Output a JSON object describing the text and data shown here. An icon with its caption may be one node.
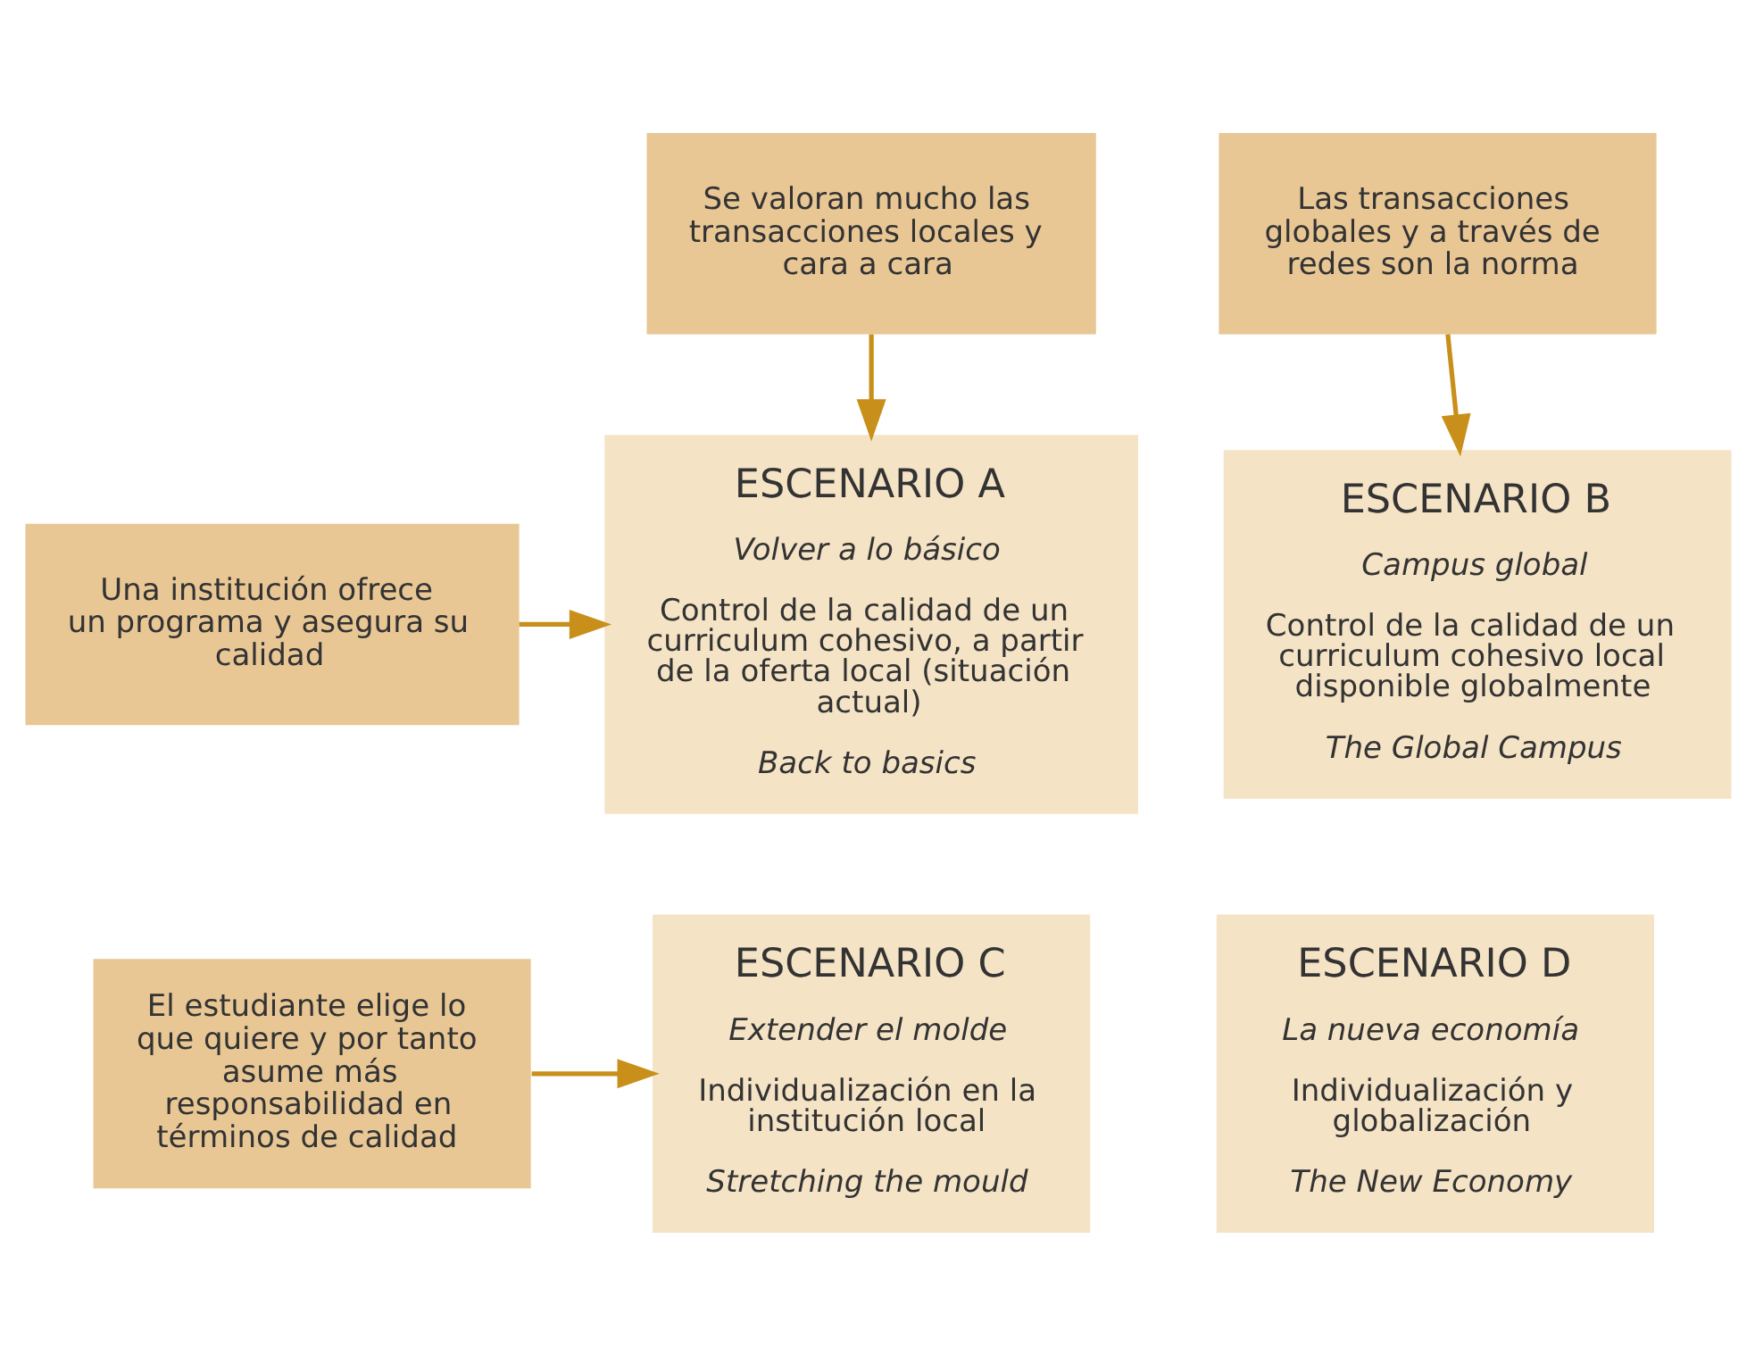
{
  "diagram": {
    "nodes": [
      {
        "text": [
          "Se valoran mucho las transacciones locales y cara a cara"
        ]
      },
      {
        "text": [
          "Las transacciones globales y a través de redes son la norma"
        ]
      },
      {
        "text": [
          "Una institución ofrece un programa y asegura su calidad"
        ]
      },
      {
        "text": [
          "ESCENARIO A",
          "Volver a lo básico",
          "Control de la calidad de un curriculum cohesivo, a partir de la oferta local (situación actual)",
          "Back to basics"
        ]
      },
      {
        "text": [
          "ESCENARIO B",
          "Campus global",
          "Control de la calidad de un curriculum cohesivo local disponible globalmente",
          "The Global Campus"
        ]
      },
      {
        "text": [
          "El estudiante elige lo que quiere y por tanto asume más responsabilidad en términos de calidad"
        ]
      },
      {
        "text": [
          "ESCENARIO C",
          "Extender el molde",
          "Individualización en la institución local",
          "Stretching the mould"
        ]
      },
      {
        "text": [
          "ESCENARIO D",
          "La nueva economía",
          "Individualización y globalización",
          "The New Economy"
        ]
      }
    ],
    "edges": [
      {
        "from": 0,
        "to": 3,
        "arrow": "to"
      },
      {
        "from": 1,
        "to": 4,
        "arrow": "to"
      },
      {
        "from": 2,
        "to": 3,
        "arrow": "to"
      },
      {
        "from": 5,
        "to": 6,
        "arrow": "to"
      }
    ]
  }
}
